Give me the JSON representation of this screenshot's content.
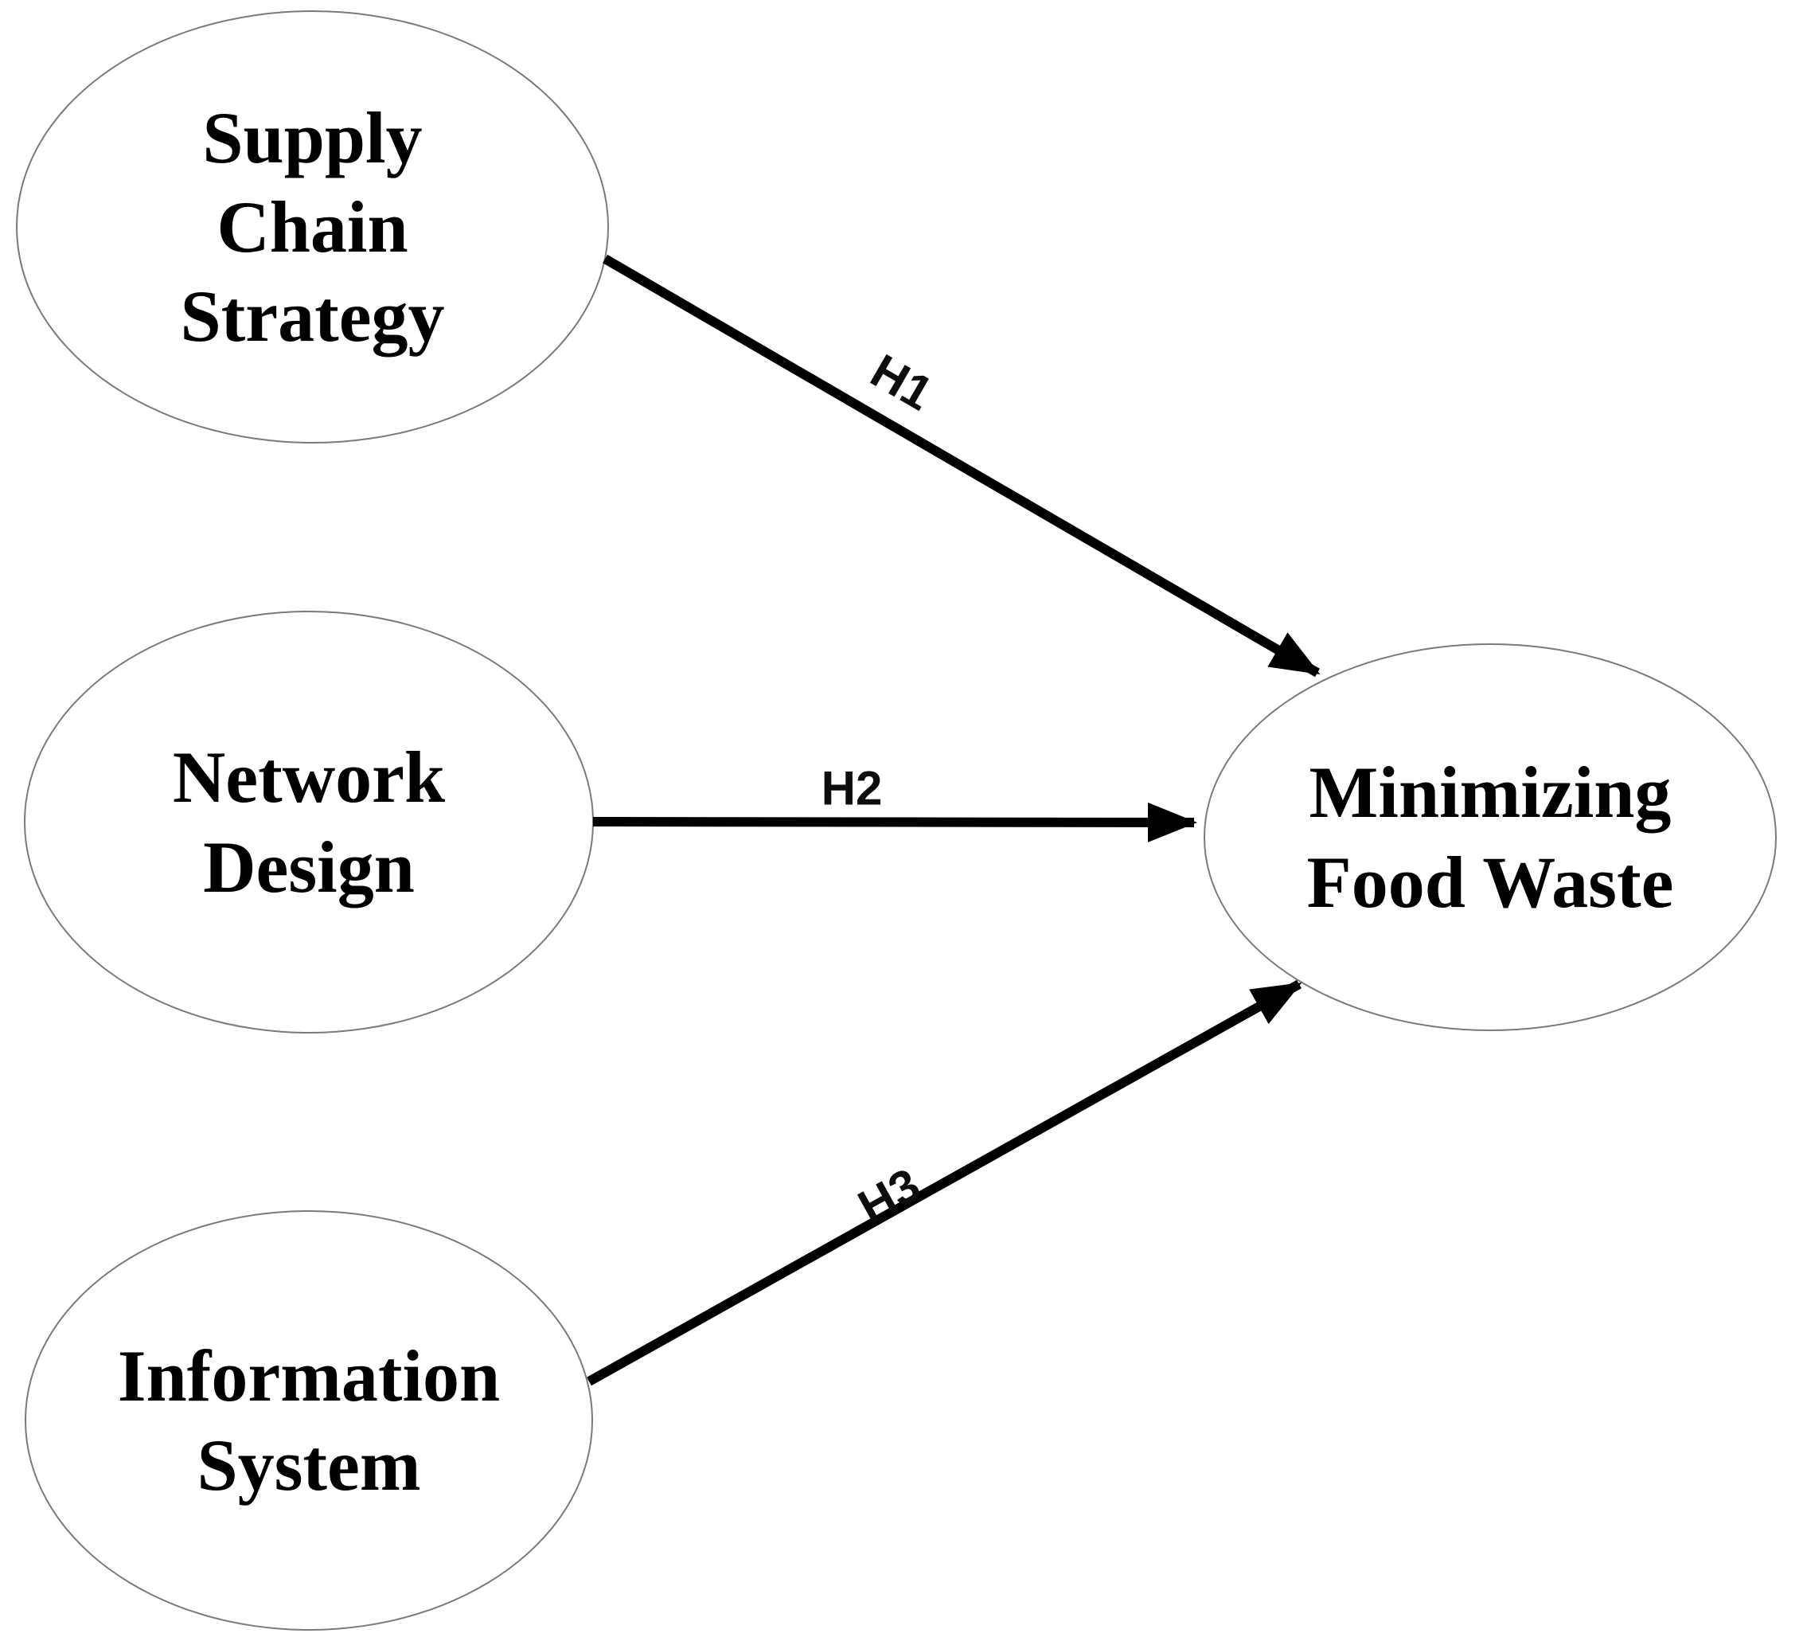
{
  "diagram": {
    "type": "conceptual-model",
    "nodes": [
      {
        "id": "supply-chain-strategy",
        "shape": "ellipse",
        "label": "Supply Chain Strategy"
      },
      {
        "id": "network-design",
        "shape": "ellipse",
        "label": "Network Design"
      },
      {
        "id": "information-system",
        "shape": "ellipse",
        "label": "Information System"
      },
      {
        "id": "minimizing-food-waste",
        "shape": "ellipse",
        "label": "Minimizing Food Waste"
      }
    ],
    "edges": [
      {
        "id": "H1",
        "label": "H1",
        "from": "supply-chain-strategy",
        "to": "minimizing-food-waste"
      },
      {
        "id": "H2",
        "label": "H2",
        "from": "network-design",
        "to": "minimizing-food-waste"
      },
      {
        "id": "H3",
        "label": "H3",
        "from": "information-system",
        "to": "minimizing-food-waste"
      }
    ],
    "colors": {
      "background": "#ffffff",
      "node_fill": "#ffffff",
      "node_border": "#7a7a7a",
      "arrow": "#000000",
      "text": "#000000"
    }
  }
}
